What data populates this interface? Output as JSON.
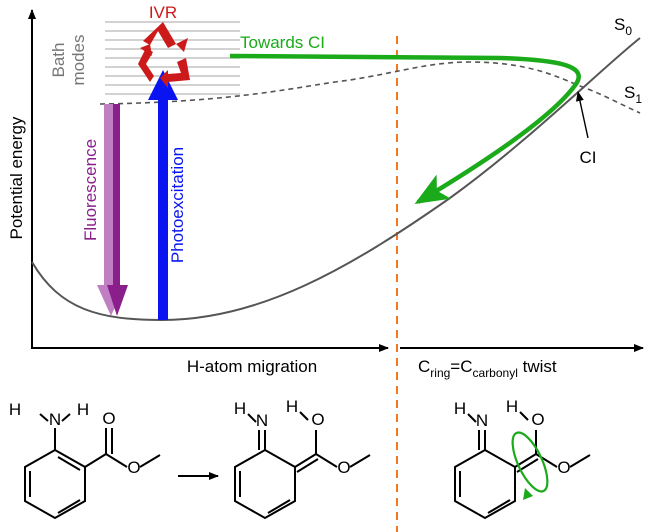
{
  "axes": {
    "y_label": "Potential energy",
    "x_label_left": "H-atom migration",
    "x_label_right": {
      "prefix": "C",
      "sub1": "ring",
      "middle": "=C",
      "sub2": "carbonyl",
      "suffix": " twist"
    }
  },
  "labels": {
    "ivr": "IVR",
    "bath_modes_line1": "Bath",
    "bath_modes_line2": "modes",
    "towards_ci": "Towards CI",
    "ci": "CI",
    "fluorescence": "Fluorescence",
    "photoexcitation": "Photoexcitation",
    "s0": {
      "main": "S",
      "sub": "0"
    },
    "s1": {
      "main": "S",
      "sub": "1"
    }
  },
  "molecules": {
    "left": {
      "h1": "H",
      "n": "N",
      "h2": "H",
      "o_carbonyl": "O",
      "o_ester": "O"
    },
    "middle": {
      "h": "H",
      "n": "N",
      "h_oh": "H",
      "o_oh": "O",
      "o_ester": "O"
    },
    "right": {
      "h": "H",
      "n": "N",
      "h_oh": "H",
      "o_oh": "O",
      "o_ester": "O"
    }
  },
  "colors": {
    "green": "#1aaa1a",
    "purple": "#8a1f8c",
    "purple_light": "#c07fc2",
    "blue": "#0a14f0",
    "red": "#cc1a1a",
    "orange": "#f07820",
    "gray": "#777777",
    "curve": "#555555"
  }
}
